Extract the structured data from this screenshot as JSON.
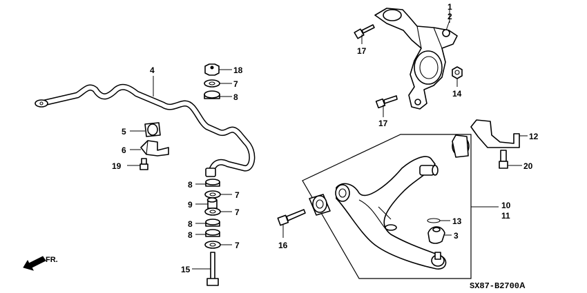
{
  "callouts": {
    "c1": "1",
    "c2": "2",
    "c3": "3",
    "c4": "4",
    "c5": "5",
    "c6": "6",
    "c7": "7",
    "c8": "8",
    "c9": "9",
    "c10": "10",
    "c11": "11",
    "c12": "12",
    "c13": "13",
    "c14": "14",
    "c15": "15",
    "c16": "16",
    "c17": "17",
    "c18": "18",
    "c19": "19",
    "c20": "20"
  },
  "diagram_code": "SX87-B2700",
  "diagram_code_suffix": "A",
  "direction_label": "FR."
}
